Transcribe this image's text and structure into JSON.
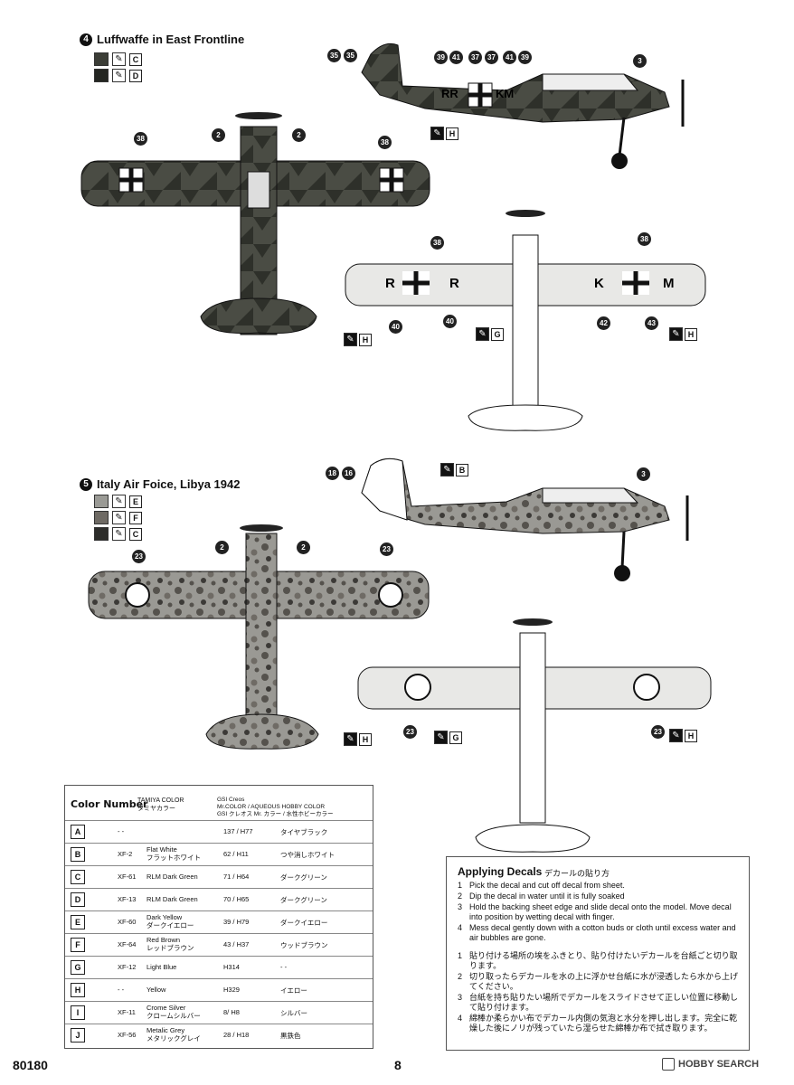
{
  "sections": [
    {
      "number": "4",
      "title": "Luffwaffe in East Frontline",
      "swatches": [
        {
          "color": "#3b3d36",
          "letter": "C"
        },
        {
          "color": "#242622",
          "letter": "D"
        }
      ],
      "paint_tags": [
        {
          "letter": "H"
        },
        {
          "letter": "H"
        },
        {
          "letter": "G"
        },
        {
          "letter": "H"
        }
      ],
      "callouts": [
        "35",
        "35",
        "39",
        "41",
        "37",
        "37",
        "41",
        "39",
        "3",
        "38",
        "2",
        "2",
        "38",
        "38",
        "38",
        "40",
        "40",
        "42",
        "43"
      ],
      "fuselage_codes": [
        "RR",
        "KM"
      ],
      "wing_codes": [
        "R",
        "R",
        "K",
        "M"
      ]
    },
    {
      "number": "5",
      "title": "Italy Air Foice, Libya 1942",
      "swatches": [
        {
          "color": "#9a9a95",
          "letter": "E"
        },
        {
          "color": "#6e6a64",
          "letter": "F"
        },
        {
          "color": "#2c2c2a",
          "letter": "C"
        }
      ],
      "paint_tags": [
        {
          "letter": "B"
        },
        {
          "letter": "H"
        },
        {
          "letter": "G"
        },
        {
          "letter": "H"
        }
      ],
      "callouts": [
        "18",
        "16",
        "3",
        "23",
        "2",
        "2",
        "23",
        "23",
        "23"
      ]
    }
  ],
  "color_table": {
    "title": "Color Number",
    "col_tamiya": "TAMIYA COLOR",
    "col_tamiya_jp": "タミヤカラー",
    "col_mr_1": "GSI Creos",
    "col_mr_2": "Mr.COLOR / AQUEOUS HOBBY COLOR",
    "col_mr_3": "GSI クレオス Mr. カラー / 水性ホビーカラー",
    "rows": [
      {
        "letter": "A",
        "code": "- -",
        "name": "",
        "name_jp": "",
        "mr": "137 / H77",
        "jp": "タイヤブラック"
      },
      {
        "letter": "B",
        "code": "XF-2",
        "name": "Flat White",
        "name_jp": "フラットホワイト",
        "mr": "62 / H11",
        "jp": "つや消しホワイト"
      },
      {
        "letter": "C",
        "code": "XF-61",
        "name": "RLM Dark Green",
        "name_jp": "",
        "mr": "71 / H64",
        "jp": "ダークグリーン"
      },
      {
        "letter": "D",
        "code": "XF-13",
        "name": "RLM Dark Green",
        "name_jp": "",
        "mr": "70 / H65",
        "jp": "ダークグリーン"
      },
      {
        "letter": "E",
        "code": "XF-60",
        "name": "Dark Yellow",
        "name_jp": "ダークイエロー",
        "mr": "39 / H79",
        "jp": "ダークイエロー"
      },
      {
        "letter": "F",
        "code": "XF-64",
        "name": "Red Brown",
        "name_jp": "レッドブラウン",
        "mr": "43 / H37",
        "jp": "ウッドブラウン"
      },
      {
        "letter": "G",
        "code": "XF-12",
        "name": "Light Blue",
        "name_jp": "",
        "mr": "H314",
        "jp": "- -"
      },
      {
        "letter": "H",
        "code": "- -",
        "name": "Yellow",
        "name_jp": "",
        "mr": "H329",
        "jp": "イエロー"
      },
      {
        "letter": "I",
        "code": "XF-11",
        "name": "Crome Silver",
        "name_jp": "クロームシルバー",
        "mr": "8/ H8",
        "jp": "シルバー"
      },
      {
        "letter": "J",
        "code": "XF-56",
        "name": "Metalic Grey",
        "name_jp": "メタリックグレイ",
        "mr": "28 / H18",
        "jp": "黒鉄色"
      }
    ]
  },
  "decals": {
    "title": "Applying Decals",
    "title_jp": "デカールの貼り方",
    "steps": [
      {
        "n": "1",
        "text": "Pick the decal and cut off decal from sheet."
      },
      {
        "n": "2",
        "text": "Dip the decal in water until it is fully soaked"
      },
      {
        "n": "3",
        "text": "Hold the backing sheet edge and slide decal onto the model. Move decal into position by wetting decal with finger."
      },
      {
        "n": "4",
        "text": "Mess decal gently down with a cotton buds or cloth until excess water and air bubbles are gone."
      }
    ],
    "steps_jp": [
      {
        "n": "1",
        "text": "貼り付ける場所の埃をふきとり、貼り付けたいデカールを台紙ごと切り取ります。"
      },
      {
        "n": "2",
        "text": "切り取ったらデカールを水の上に浮かせ台紙に水が浸透したら水から上げてください。"
      },
      {
        "n": "3",
        "text": "台紙を持ち貼りたい場所でデカールをスライドさせて正しい位置に移動して貼り付けます。"
      },
      {
        "n": "4",
        "text": "綿棒か柔らかい布でデカール内側の気泡と水分を押し出します。完全に乾燥した後にノリが残っていたら湿らせた綿棒か布で拭き取ります。"
      }
    ]
  },
  "footer": {
    "kit_number": "80180",
    "page_number": "8",
    "watermark": "HOBBY SEARCH"
  },
  "colors": {
    "dark_green": "#3a3c36",
    "camo_grey": "#8c8a84",
    "underside": "#e8e8e6",
    "ink": "#111111"
  }
}
